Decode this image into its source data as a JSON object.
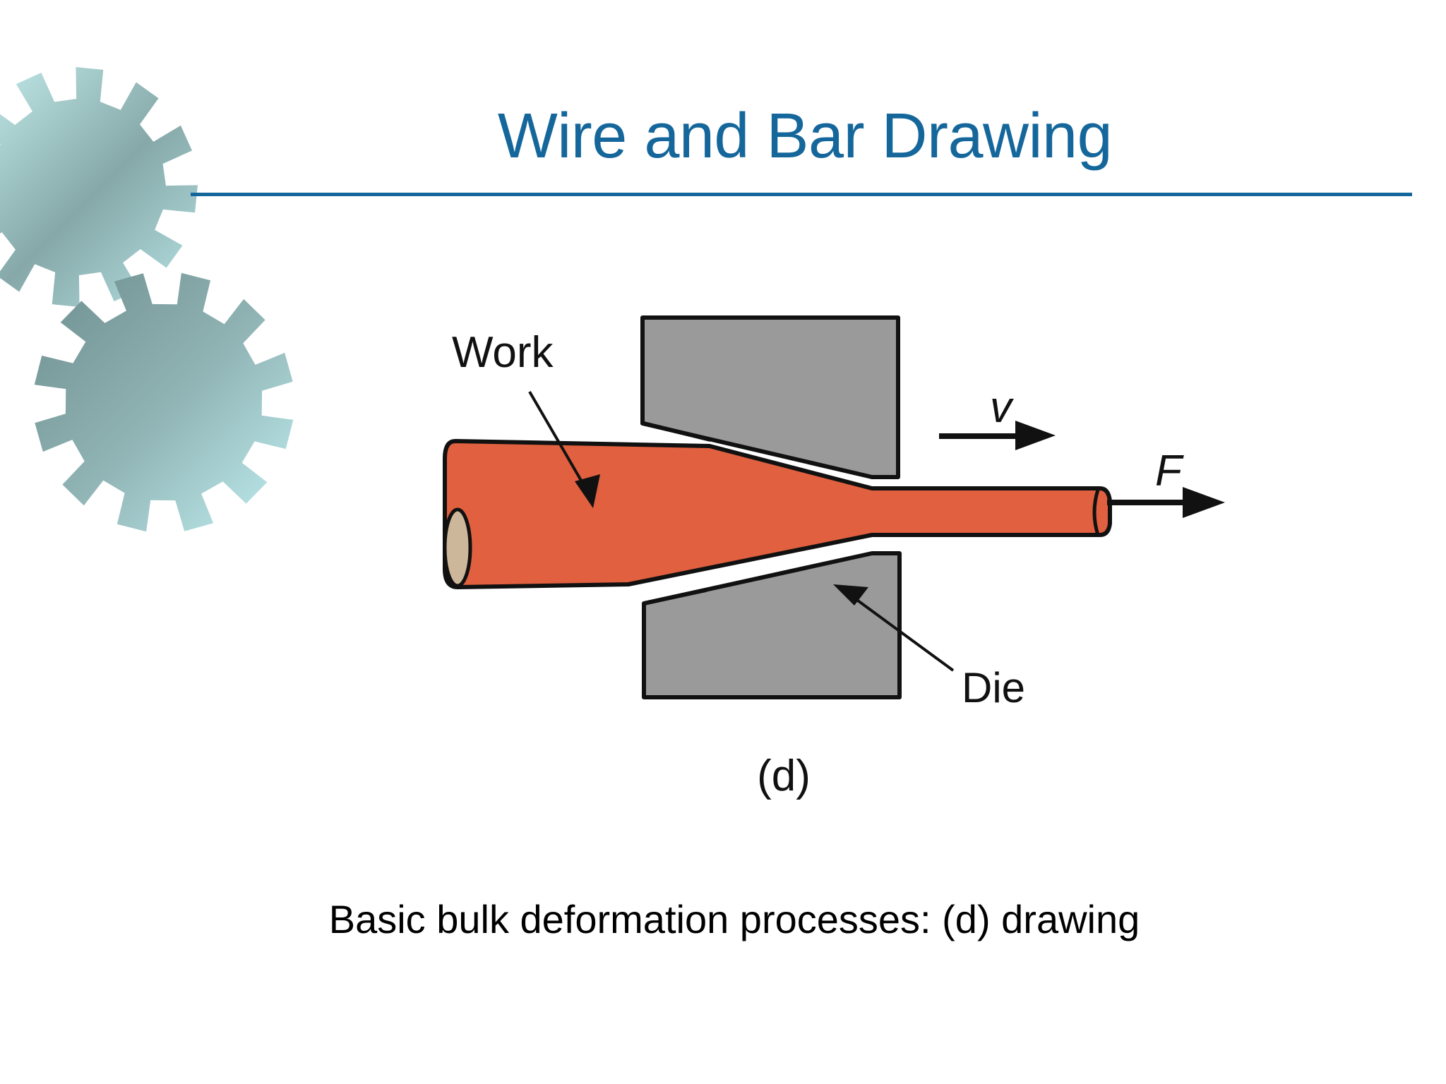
{
  "slide": {
    "title": "Wire and Bar Drawing",
    "caption": "Basic bulk deformation processes: (d) drawing"
  },
  "diagram": {
    "work_label": "Work",
    "die_label": "Die",
    "velocity_label": "v",
    "force_label": "F",
    "subfigure_label": "(d)"
  },
  "colors": {
    "title": "#15679b",
    "rule": "#15679b",
    "work": "#e0603f",
    "die": "#9a9a9a",
    "work_end": "#cdb79a",
    "outline": "#111111"
  },
  "decorations": {
    "gears": [
      "gear-icon",
      "gear-icon"
    ]
  }
}
